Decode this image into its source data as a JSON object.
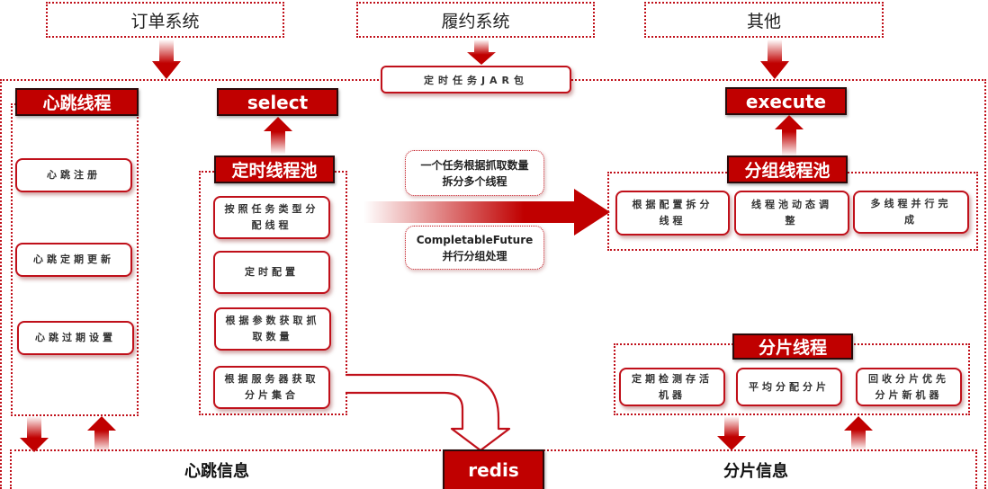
{
  "systems": {
    "order": "订单系统",
    "fulfillment": "履约系统",
    "other": "其他"
  },
  "jar_package": "定时任务JAR包",
  "heartbeat_thread": {
    "title": "心跳线程",
    "items": [
      "心跳注册",
      "心跳定期更新",
      "心跳过期设置"
    ]
  },
  "select_label": "select",
  "timer_pool": {
    "title": "定时线程池",
    "items": [
      "按照任务类型分配线程",
      "定时配置",
      "根据参数获取抓取数量",
      "根据服务器获取分片集合"
    ]
  },
  "split_notes": {
    "note1": "一个任务根据抓取数量拆分多个线程",
    "note2_line1": "CompletableFuture",
    "note2_line2": "并行分组处理"
  },
  "execute_label": "execute",
  "group_pool": {
    "title": "分组线程池",
    "items": [
      "根据配置拆分线程",
      "线程池动态调整",
      "多线程并行完成"
    ]
  },
  "shard_thread": {
    "title": "分片线程",
    "items": [
      "定期检测存活机器",
      "平均分配分片",
      "回收分片优先分片新机器"
    ]
  },
  "bottom": {
    "heartbeat_info": "心跳信息",
    "redis": "redis",
    "shard_info": "分片信息"
  },
  "colors": {
    "accent": "#c00000",
    "border": "#c0101a"
  }
}
